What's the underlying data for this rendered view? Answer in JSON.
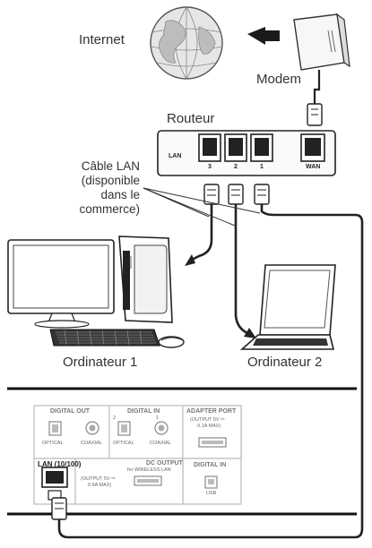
{
  "labels": {
    "internet": "Internet",
    "modem": "Modem",
    "router": "Routeur",
    "cable_lines": [
      "Câble LAN",
      "(disponible",
      "dans le",
      "commerce)"
    ],
    "computer1": "Ordinateur 1",
    "computer2": "Ordinateur 2"
  },
  "router_ports": {
    "lan": "LAN",
    "wan": "WAN",
    "port_numbers": [
      "3",
      "2",
      "1"
    ]
  },
  "rear_panel": {
    "digital_out": "DIGITAL OUT",
    "digital_out_optical": "OPTICAL",
    "digital_out_coaxial": "COAXIAL",
    "digital_in": "DIGITAL IN",
    "digital_in_num2": "2",
    "digital_in_num1": "1",
    "digital_in_optical": "OPTICAL",
    "digital_in_coaxial": "COAXIAL",
    "adapter_port": "ADAPTER PORT",
    "adapter_output_1": "(OUTPUT 5V ⎓",
    "adapter_output_2": "0.1A MAX)",
    "lan_port": "LAN (10/100)",
    "dc_output": "DC OUTPUT",
    "dc_output_sub": "for WIRELESS LAN",
    "dc_output_spec_1": "(OUTPUT 5V ⎓",
    "dc_output_spec_2": "0.6A MAX)",
    "digital_in_usb": "DIGITAL IN",
    "usb": "USB"
  }
}
